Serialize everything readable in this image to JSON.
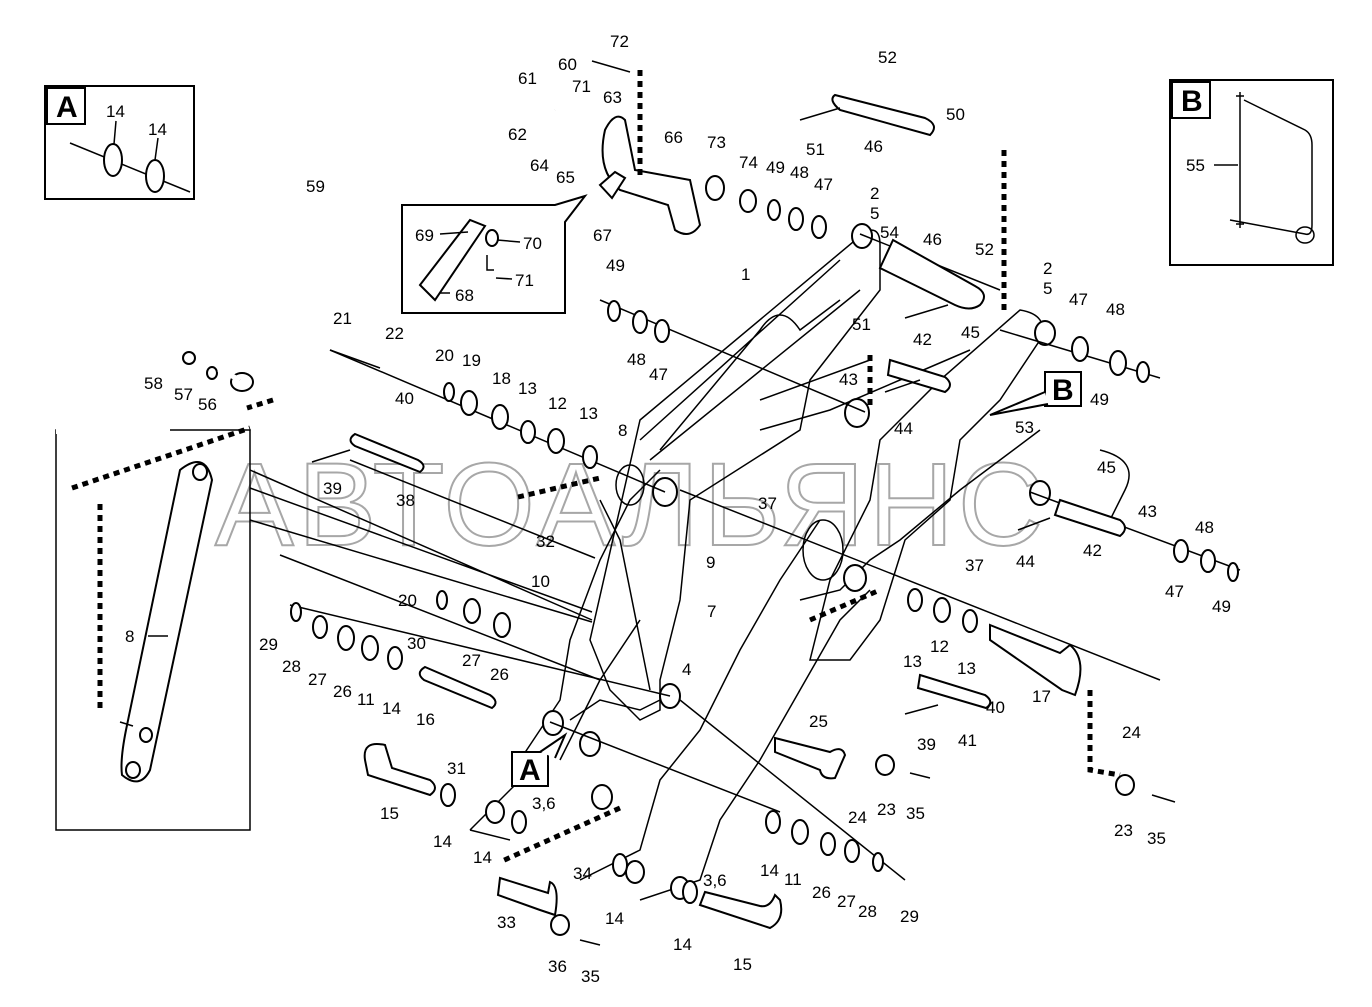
{
  "watermark": "АВТОАЛЬЯНС",
  "inset_a": {
    "letter": "A",
    "labels": [
      "14",
      "14"
    ]
  },
  "inset_b": {
    "letter": "B",
    "labels": [
      "55"
    ]
  },
  "callout_a": "A",
  "callout_b": "B",
  "detail_labels": [
    "69",
    "70",
    "71",
    "68"
  ],
  "labels": [
    "72",
    "61",
    "60",
    "71",
    "63",
    "62",
    "64",
    "65",
    "66",
    "73",
    "74",
    "49",
    "48",
    "47",
    "67",
    "52",
    "50",
    "51",
    "46",
    "2",
    "5",
    "54",
    "46",
    "52",
    "59",
    "1",
    "49",
    "48",
    "47",
    "51",
    "42",
    "45",
    "2",
    "5",
    "47",
    "48",
    "49",
    "21",
    "22",
    "20",
    "19",
    "18",
    "13",
    "12",
    "13",
    "40",
    "43",
    "44",
    "58",
    "57",
    "56",
    "8",
    "39",
    "38",
    "37",
    "53",
    "32",
    "9",
    "10",
    "7",
    "37",
    "44",
    "42",
    "45",
    "43",
    "48",
    "47",
    "49",
    "8",
    "20",
    "27",
    "29",
    "28",
    "27",
    "26",
    "11",
    "14",
    "30",
    "16",
    "26",
    "13",
    "12",
    "13",
    "4",
    "40",
    "17",
    "24",
    "39",
    "41",
    "25",
    "31",
    "24",
    "23",
    "35",
    "15",
    "14",
    "3,6",
    "14",
    "14",
    "11",
    "26",
    "27",
    "28",
    "29",
    "23",
    "35",
    "34",
    "33",
    "36",
    "35",
    "14",
    "3,6",
    "14",
    "15"
  ]
}
